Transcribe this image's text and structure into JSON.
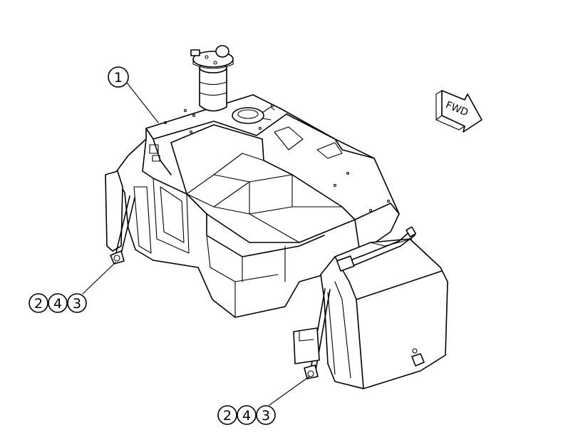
{
  "callouts": {
    "item1": "1",
    "left_group": [
      "2",
      "4",
      "3"
    ],
    "bottom_group": [
      "2",
      "4",
      "3"
    ]
  },
  "direction_arrow": {
    "label": "FWD"
  }
}
